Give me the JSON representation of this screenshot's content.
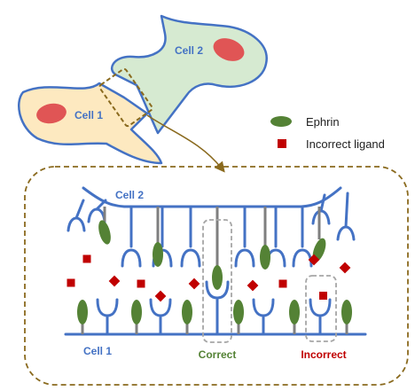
{
  "cells": {
    "cell1_label": "Cell 1",
    "cell2_label": "Cell 2"
  },
  "legend": {
    "ephrin_label": "Ephrin",
    "incorrect_ligand_label": "Incorrect ligand"
  },
  "zoom": {
    "cell2_label": "Cell 2",
    "cell1_label": "Cell 1",
    "correct_label": "Correct",
    "incorrect_label": "Incorrect"
  },
  "colors": {
    "membrane": "#4472c4",
    "cell1_fill": "#fde9c0",
    "cell2_fill": "#d6ead1",
    "nucleus": "#e05555",
    "ephrin": "#548235",
    "ligand": "#c00000",
    "dashed_brown": "#8a6a1e",
    "correct_text": "#548235",
    "incorrect_text": "#c00000",
    "highlight_box": "#a6a6a6"
  }
}
